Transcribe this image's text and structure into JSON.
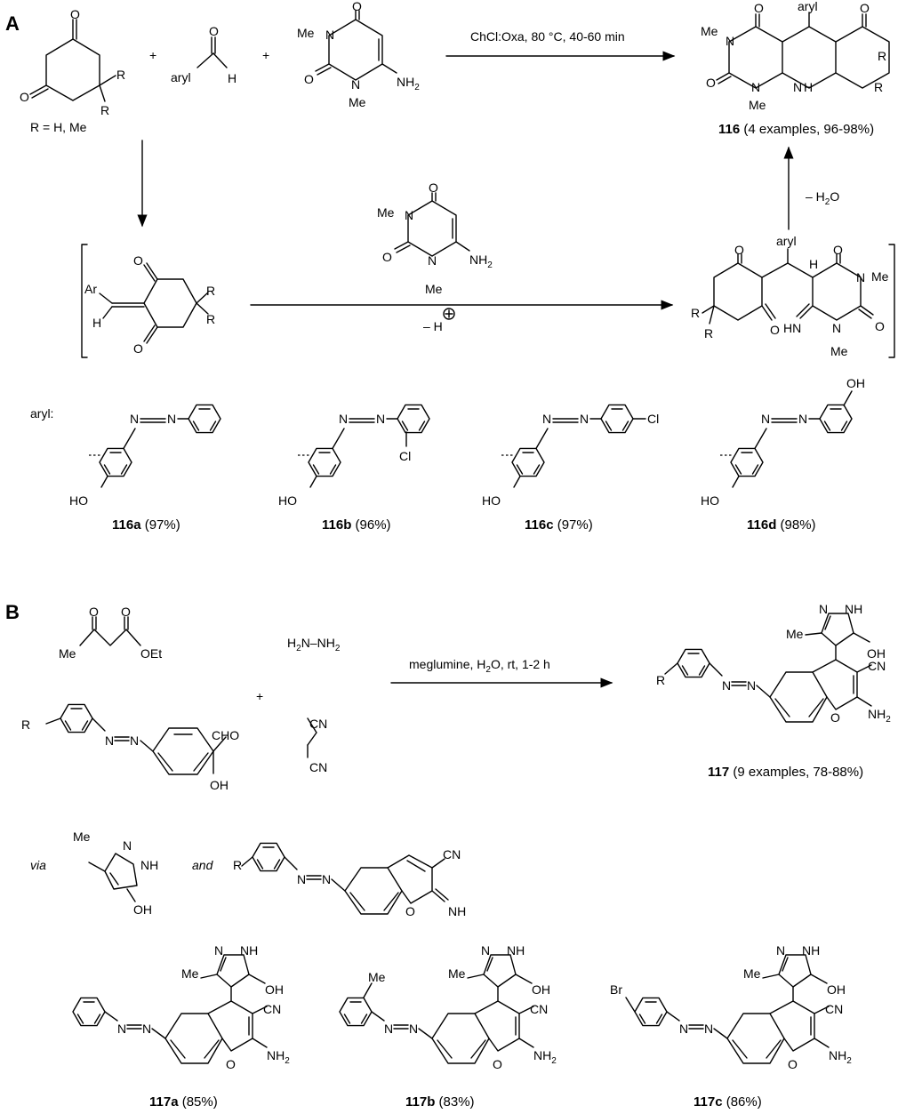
{
  "panels": {
    "a": "A",
    "b": "B"
  },
  "scheme_a": {
    "r_def": "R = H, Me",
    "plus": "+",
    "aldehyde": {
      "aryl": "aryl",
      "h": "H"
    },
    "reagent_a": {
      "me_n": "Me",
      "nh2": "NH",
      "me": "Me"
    },
    "conditions": "ChCl:Oxa, 80 °C, 40-60 min",
    "product_label_bold": "116",
    "product_label_rest": " (4 examples, 96-98%)",
    "product": {
      "me": "Me",
      "aryl": "aryl",
      "nh": "H",
      "r": "R"
    },
    "water_loss": "– H",
    "intermediate1": {
      "ar": "Ar",
      "h": "H",
      "r": "R"
    },
    "proton_loss": "– H",
    "intermediate2": {
      "aryl": "aryl",
      "h": "H",
      "hn": "HN",
      "me": "Me",
      "r": "R"
    },
    "aryl_label": "aryl:",
    "examples": [
      {
        "bold": "116a",
        "yield": " (97%)"
      },
      {
        "bold": "116b",
        "yield": " (96%)"
      },
      {
        "bold": "116c",
        "yield": " (97%)"
      },
      {
        "bold": "116d",
        "yield": " (98%)"
      }
    ],
    "atoms": {
      "o": "O",
      "n": "N",
      "ho": "HO",
      "oh": "OH",
      "cl": "Cl"
    }
  },
  "scheme_b": {
    "acetoacetate": {
      "me": "Me",
      "oet": "OEt"
    },
    "hydrazine": "H",
    "aldehyde": {
      "r": "R",
      "cho": "CHO",
      "oh": "OH"
    },
    "malononitrile": {
      "cn": "CN"
    },
    "conditions_a": "meglumine, H",
    "conditions_b": "O, rt, 1-2 h",
    "product_label_bold": "117",
    "product_label_rest": " (9 examples, 78-88%)",
    "via": "via",
    "and": "and",
    "examples": [
      {
        "bold": "117a",
        "yield": " (85%)"
      },
      {
        "bold": "117b",
        "yield": " (83%)"
      },
      {
        "bold": "117c",
        "yield": " (86%)"
      }
    ],
    "atoms": {
      "me": "Me",
      "nh": "NH",
      "n": "N",
      "oh": "OH",
      "cn": "CN",
      "nh2": "NH",
      "o": "O",
      "r": "R",
      "br": "Br"
    }
  }
}
